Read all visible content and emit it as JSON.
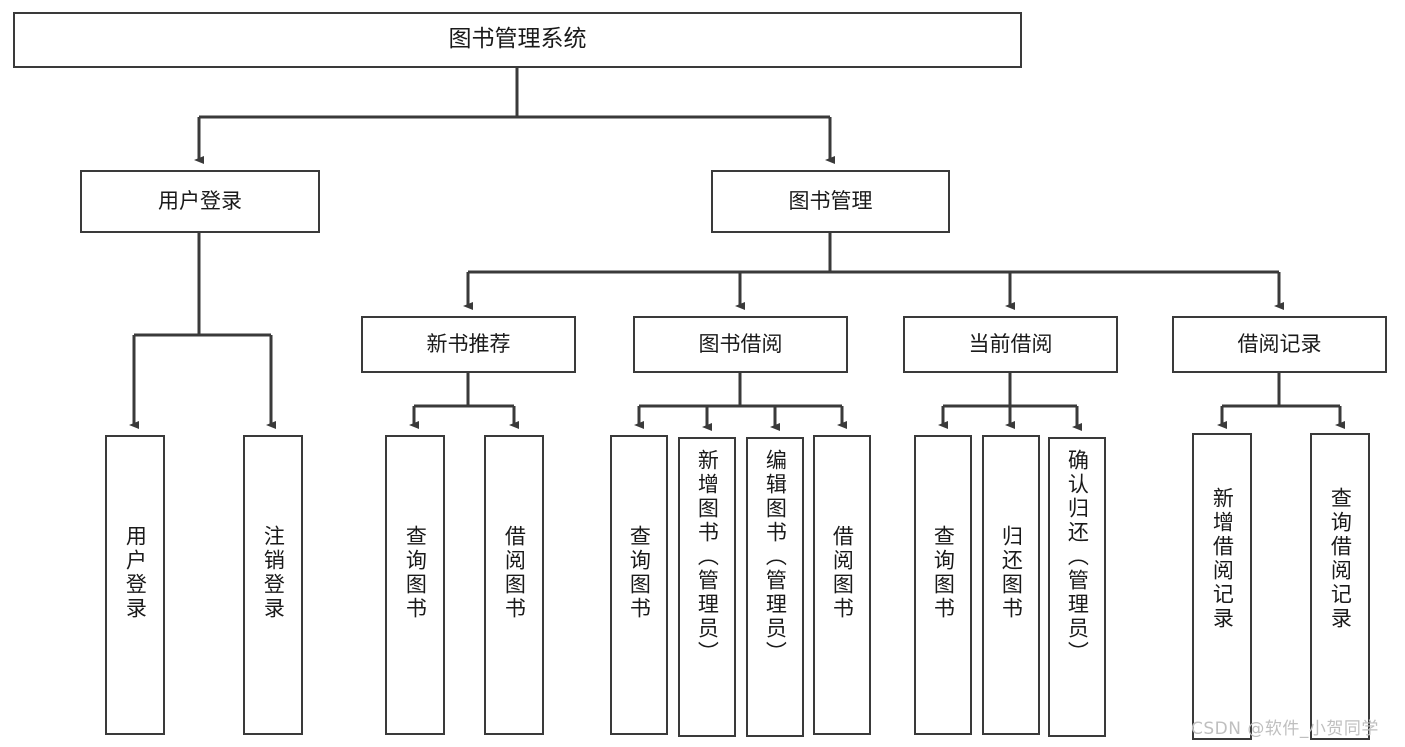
{
  "diagram": {
    "title": "图书管理系统",
    "type": "tree-hierarchy-chart",
    "root": {
      "label": "图书管理系统"
    },
    "level2": [
      {
        "label": "用户登录"
      },
      {
        "label": "图书管理"
      }
    ],
    "level3": [
      {
        "label": "新书推荐"
      },
      {
        "label": "图书借阅"
      },
      {
        "label": "当前借阅"
      },
      {
        "label": "借阅记录"
      }
    ],
    "leaves": [
      {
        "label": "用户登录"
      },
      {
        "label": "注销登录"
      },
      {
        "label": "查询图书"
      },
      {
        "label": "借阅图书"
      },
      {
        "label": "查询图书"
      },
      {
        "label": "新增图书（管理员）"
      },
      {
        "label": "编辑图书（管理员）"
      },
      {
        "label": "借阅图书"
      },
      {
        "label": "查询图书"
      },
      {
        "label": "归还图书"
      },
      {
        "label": "确认归还（管理员）"
      },
      {
        "label": "新增借阅记录"
      },
      {
        "label": "查询借阅记录"
      }
    ]
  },
  "watermark": {
    "text": "CSDN @软件_小贺同学"
  },
  "colors": {
    "stroke": "#3a3a3a",
    "text": "#1a1a1a",
    "background": "#ffffff",
    "watermark": "#bfbfbf"
  }
}
